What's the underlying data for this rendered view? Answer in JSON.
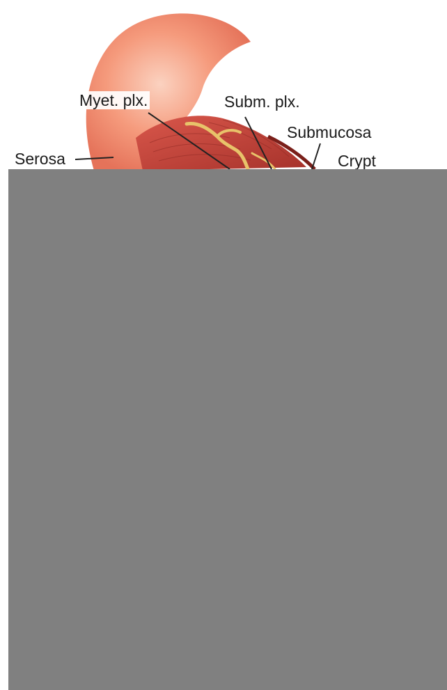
{
  "labels": {
    "myenteric_plexus": "Myet. plx.",
    "submucosal_plexus": "Subm. plx.",
    "submucosa": "Submucosa",
    "crypt": "Crypt",
    "serosa": "Serosa"
  },
  "colors": {
    "background": "#ffffff",
    "serosa_outer": "#f08a6c",
    "serosa_light": "#fbd2c0",
    "muscle": "#c8443a",
    "muscle_dark": "#8f2a24",
    "plexus_nerve": "#e8c36a",
    "occluder": "#808080",
    "leader_line": "#222222"
  }
}
